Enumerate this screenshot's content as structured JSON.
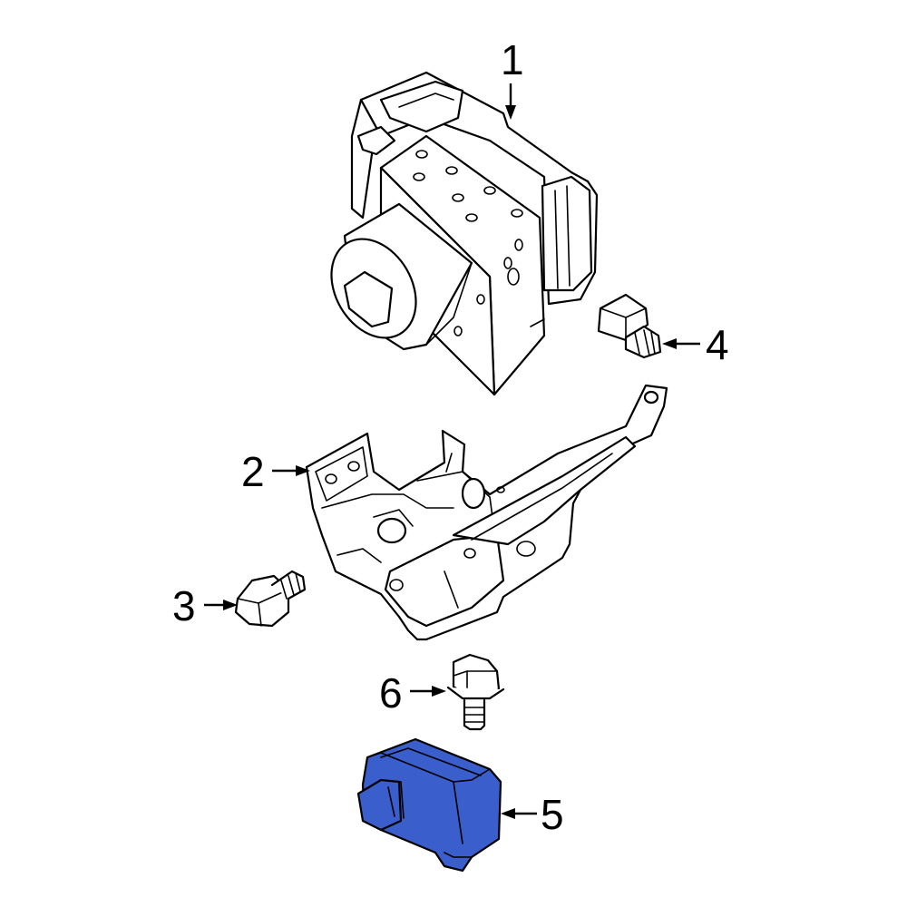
{
  "callouts": [
    {
      "id": "1",
      "label": "1"
    },
    {
      "id": "2",
      "label": "2"
    },
    {
      "id": "3",
      "label": "3"
    },
    {
      "id": "4",
      "label": "4"
    },
    {
      "id": "5",
      "label": "5"
    },
    {
      "id": "6",
      "label": "6"
    }
  ],
  "colors": {
    "line": "#000000",
    "background": "#ffffff",
    "highlight": "#3a5fcd"
  }
}
